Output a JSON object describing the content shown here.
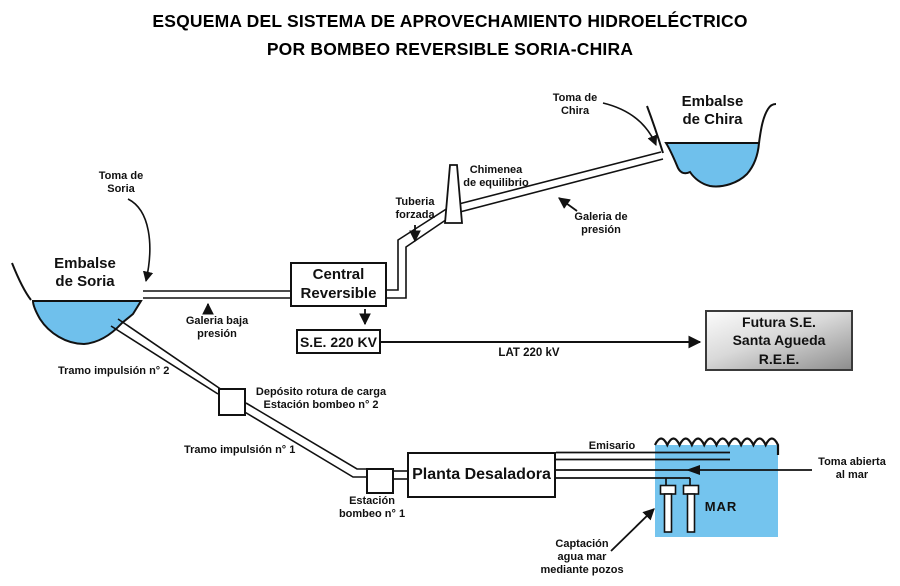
{
  "title": {
    "line1": "ESQUEMA DEL SISTEMA DE APROVECHAMIENTO HIDROELÉCTRICO",
    "line2": "POR BOMBEO REVERSIBLE SORIA-CHIRA"
  },
  "reservoirs": {
    "soria": {
      "name": "Embalse\nde Soria",
      "intake": "Toma de\nSoria"
    },
    "chira": {
      "name": "Embalse\nde Chira",
      "intake": "Toma de\nChira"
    }
  },
  "plants": {
    "central": "Central\nReversible",
    "substation": "S.E. 220 KV",
    "future_substation": "Futura S.E.\nSanta Agueda\nR.E.E.",
    "desalination": "Planta Desaladora"
  },
  "pipes": {
    "penstock": "Tuberia\nforzada",
    "surge_tower": "Chimenea\nde equilibrio",
    "pressure_gallery": "Galeria de\npresión",
    "low_pressure_gallery": "Galeria baja\npresión",
    "pumping_section_2": "Tramo impulsión n° 2",
    "break_tank": "Depósito rotura de carga\nEstación bombeo n° 2",
    "pumping_section_1": "Tramo impulsión n° 1",
    "pumping_station_1": "Estación\nbombeo n° 1"
  },
  "power_line": {
    "label": "LAT 220 kV"
  },
  "sea": {
    "name": "MAR",
    "outfall": "Emisario",
    "open_intake": "Toma abierta\nal mar",
    "wells_caption": "Captación\nagua mar\nmediante pozos"
  },
  "colors": {
    "water": "#6FC0EC",
    "sea": "#74C4EE",
    "outline": "#111111",
    "box_background": "#FFFFFF",
    "futura_gradient_top": "#FBFBFB",
    "futura_gradient_bottom": "#8E8E8E"
  }
}
